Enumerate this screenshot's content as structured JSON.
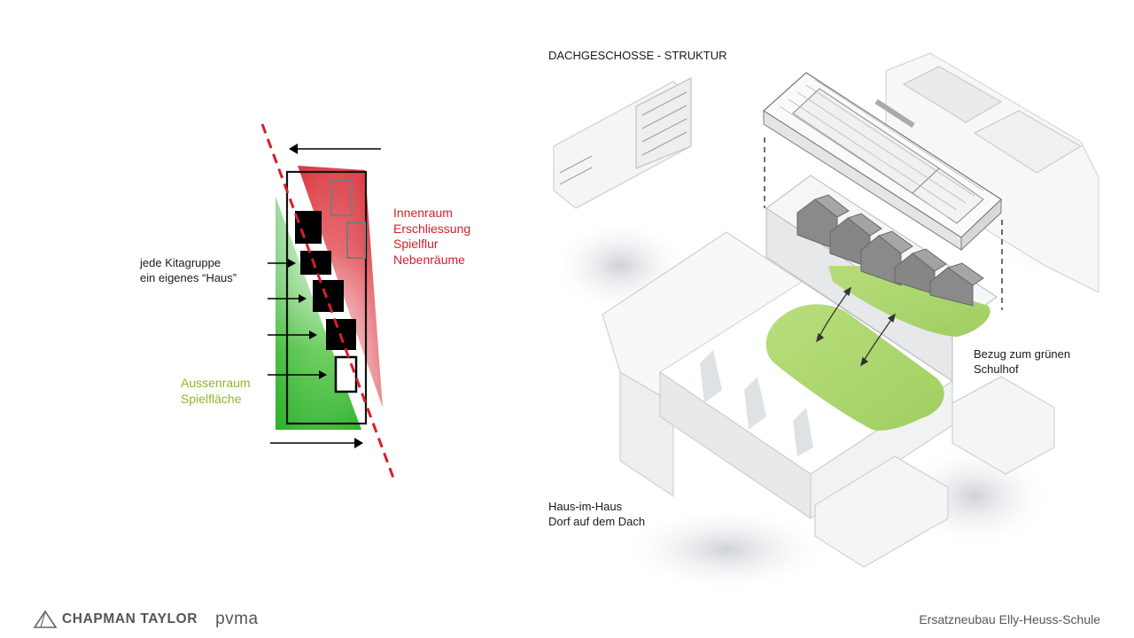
{
  "left_diagram": {
    "label_groups": [
      "jede Kitagruppe",
      "ein eigenes “Haus”"
    ],
    "label_inner": [
      "Innenraum",
      "Erschliessung",
      "Spielflur",
      "Nebenräume"
    ],
    "label_outer": [
      "Aussenraum",
      "Spielfläche"
    ],
    "colors": {
      "inner": "#d4202c",
      "outer": "#34b233",
      "frame": "#111111"
    }
  },
  "axonometry": {
    "title": "DACHGESCHOSSE - STRUKTUR",
    "label_relation": [
      "Bezug zum grünen",
      "Schulhof"
    ],
    "label_concept": [
      "Haus-im-Haus",
      "Dorf auf dem Dach"
    ],
    "colors": {
      "green_roof": "#a9d46a",
      "house": "#8a8a8a"
    }
  },
  "footer": {
    "brand": "CHAPMAN TAYLOR",
    "partner": "pvma",
    "project": "Ersatzneubau Elly-Heuss-Schule"
  }
}
